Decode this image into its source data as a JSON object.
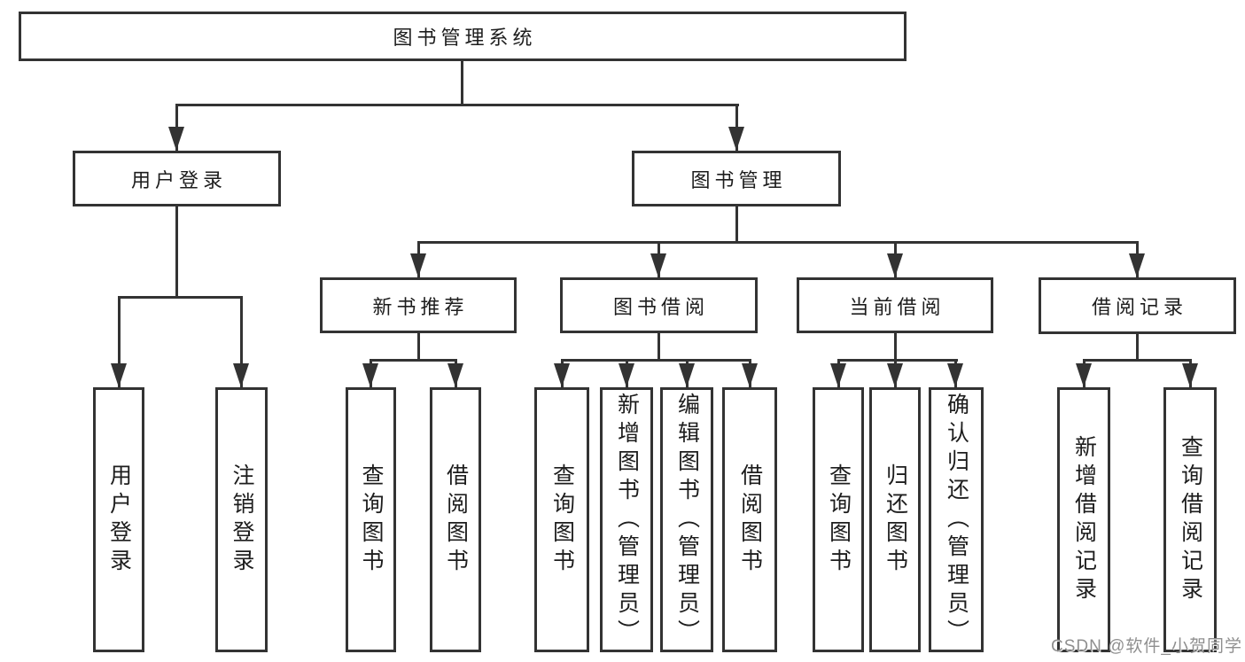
{
  "diagram": {
    "title": "图书管理系统",
    "level2": {
      "user_login": "用户登录",
      "book_management": "图书管理"
    },
    "level3": {
      "new_book_recommend": "新书推荐",
      "book_borrow": "图书借阅",
      "current_borrow": "当前借阅",
      "borrow_records": "借阅记录"
    },
    "leaves": {
      "user_login": "用户登录",
      "logout_login": "注销登录",
      "nb_query_books": "查询图书",
      "nb_borrow_books": "借阅图书",
      "bb_query_books": "查询图书",
      "bb_add_books": "新增图书（管理员）",
      "bb_edit_books": "编辑图书（管理员）",
      "bb_borrow_books": "借阅图书",
      "cb_query_books": "查询图书",
      "cb_return_books": "归还图书",
      "cb_confirm_return": "确认归还（管理员）",
      "br_add_record": "新增借阅记录",
      "br_query_record": "查询借阅记录"
    }
  },
  "watermark": {
    "text": "CSDN @软件_小贺同学"
  },
  "colors": {
    "line": "#333333",
    "box_border": "#333333",
    "text": "#1d1d1d",
    "watermark": "#8f8f8f",
    "background": "#ffffff"
  }
}
